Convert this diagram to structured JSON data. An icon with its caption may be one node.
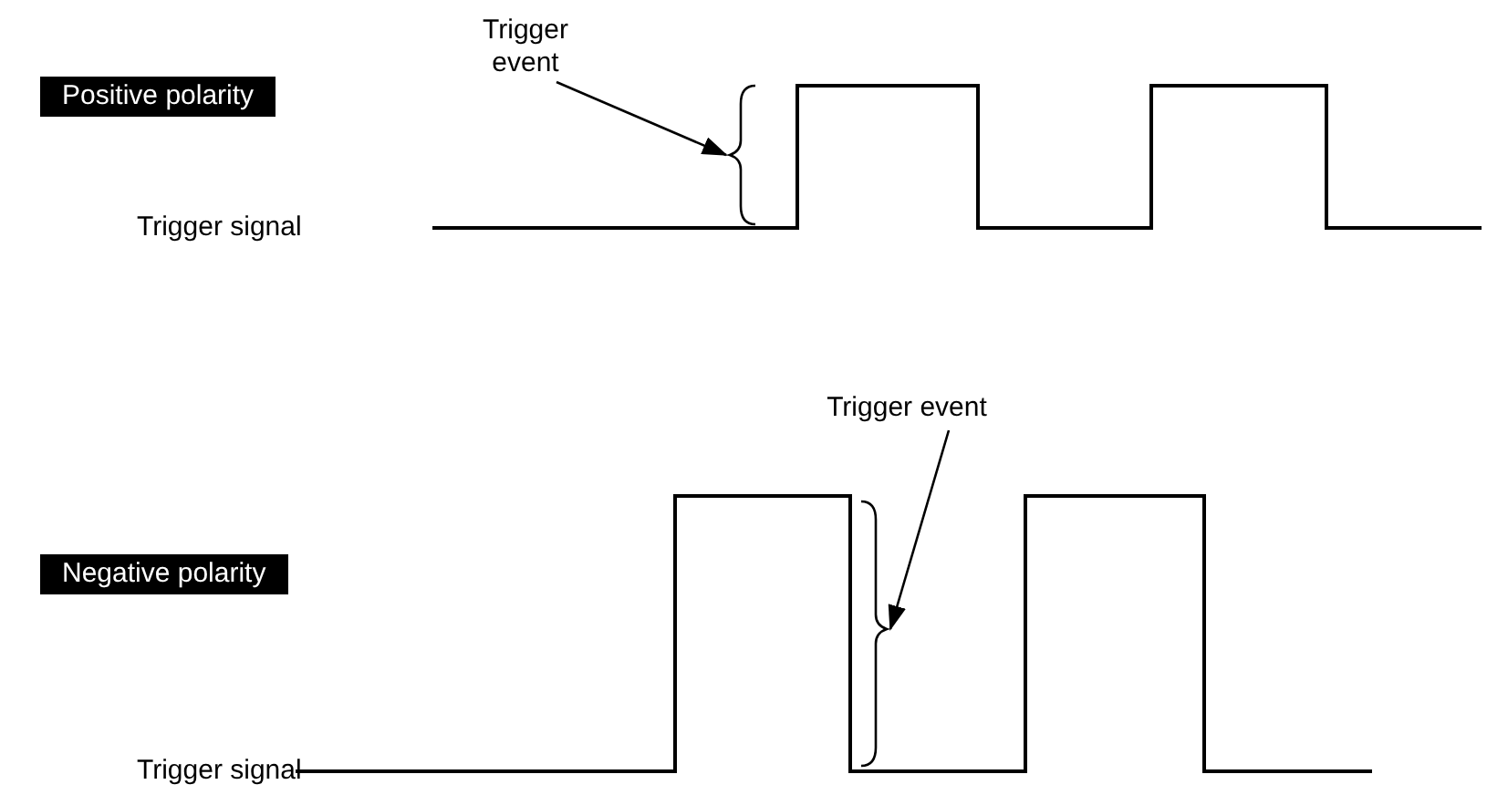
{
  "diagram": {
    "nodes": [
      {
        "text": [
          "Trigger event"
        ]
      },
      {
        "text": [
          "Positive polarity"
        ]
      },
      {
        "text": [],
        "shape": "bracket"
      },
      {
        "text": [
          "Trigger event"
        ]
      },
      {
        "text": [
          "Negative polarity"
        ]
      },
      {
        "text": [],
        "shape": "bracket"
      }
    ],
    "edges": [
      {
        "from": 0,
        "to": 2,
        "arrow": "to"
      },
      {
        "from": 3,
        "to": 5,
        "arrow": "to"
      }
    ],
    "labels": [
      "Trigger signal",
      "Trigger signal"
    ]
  }
}
